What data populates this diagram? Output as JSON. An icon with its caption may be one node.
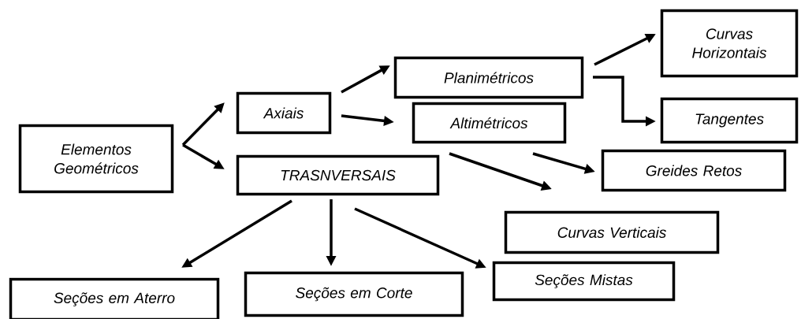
{
  "diagram": {
    "nodes": [
      {
        "text": [
          "Elementos Geométricos"
        ]
      },
      {
        "text": [
          "Axiais"
        ]
      },
      {
        "text": [
          "TRASNVERSAIS"
        ]
      },
      {
        "text": [
          "Planimétricos"
        ]
      },
      {
        "text": [
          "Altimétricos"
        ]
      },
      {
        "text": [
          "Curvas Horizontais"
        ]
      },
      {
        "text": [
          "Tangentes"
        ]
      },
      {
        "text": [
          "Greides Retos"
        ]
      },
      {
        "text": [
          "Curvas Verticais"
        ]
      },
      {
        "text": [
          "Seções em Aterro"
        ]
      },
      {
        "text": [
          "Seções em Corte"
        ]
      },
      {
        "text": [
          "Seções Mistas"
        ]
      }
    ],
    "edges": [
      {
        "from": 0,
        "to": 1,
        "arrow": "to"
      },
      {
        "from": 0,
        "to": 2,
        "arrow": "to"
      },
      {
        "from": 1,
        "to": 3,
        "arrow": "to"
      },
      {
        "from": 1,
        "to": 4,
        "arrow": "to"
      },
      {
        "from": 3,
        "to": 5,
        "arrow": "to"
      },
      {
        "from": 3,
        "to": 6,
        "arrow": "to"
      },
      {
        "from": 4,
        "to": 7,
        "arrow": "to"
      },
      {
        "from": 4,
        "to": 8,
        "arrow": "to"
      },
      {
        "from": 2,
        "to": 9,
        "arrow": "to"
      },
      {
        "from": 2,
        "to": 10,
        "arrow": "to"
      },
      {
        "from": 2,
        "to": 11,
        "arrow": "to"
      }
    ]
  }
}
